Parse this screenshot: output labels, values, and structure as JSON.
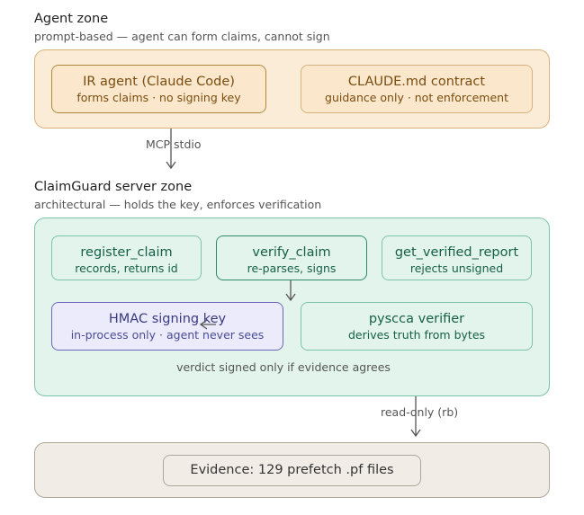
{
  "agent_zone": {
    "title": "Agent zone",
    "subtitle": "prompt-based — agent can form claims, cannot sign",
    "ir_agent": {
      "title": "IR agent (Claude Code)",
      "subtitle": "forms claims · no signing key"
    },
    "contract": {
      "title": "CLAUDE.md contract",
      "subtitle": "guidance only · not enforcement"
    }
  },
  "mcp_label": "MCP stdio",
  "server_zone": {
    "title": "ClaimGuard server zone",
    "subtitle": "architectural — holds the key, enforces verification",
    "register": {
      "title": "register_claim",
      "subtitle": "records, returns id"
    },
    "verify": {
      "title": "verify_claim",
      "subtitle": "re-parses, signs"
    },
    "report": {
      "title": "get_verified_report",
      "subtitle": "rejects unsigned"
    },
    "hmac": {
      "title": "HMAC signing key",
      "subtitle": "in-process only · agent never sees"
    },
    "pyscca": {
      "title": "pyscca verifier",
      "subtitle": "derives truth from bytes"
    },
    "verdict": "verdict signed only if evidence agrees"
  },
  "readonly_label": "read-only (rb)",
  "evidence": {
    "title": "Evidence: 129 prefetch .pf files"
  },
  "colors": {
    "agent_fill": "#fbecd8",
    "server_fill": "#e3f4ec",
    "hmac_fill": "#ecebfc",
    "evidence_fill": "#f1ede6",
    "arrow": "#555555"
  }
}
